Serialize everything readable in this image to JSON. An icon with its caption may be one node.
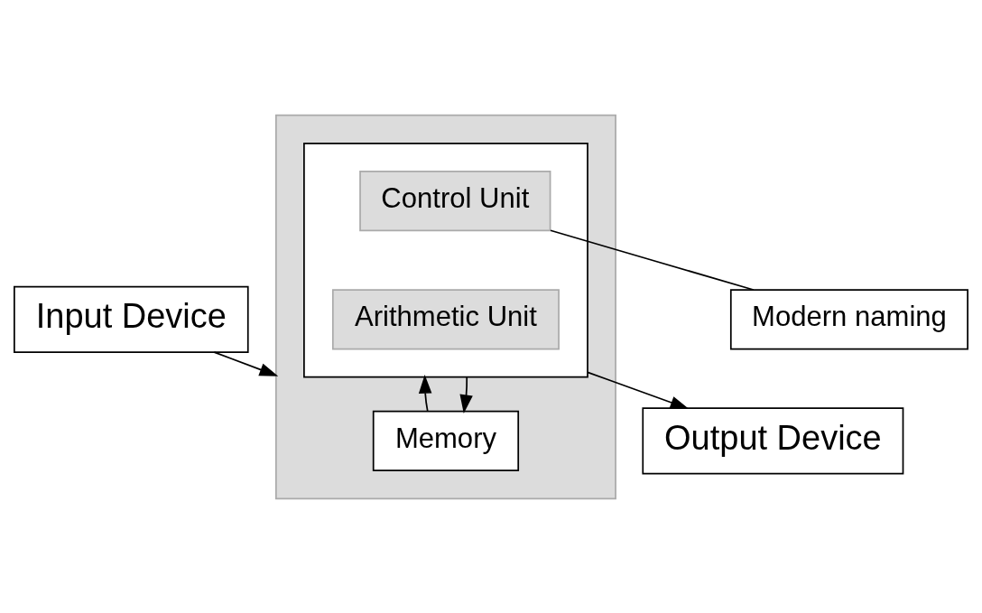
{
  "diagram": {
    "nodes": [
      {
        "text": [
          "Input Device"
        ]
      },
      {
        "text": [],
        "shape": "box"
      },
      {
        "text": [],
        "shape": "box",
        "in": 1
      },
      {
        "text": [
          "Control Unit"
        ],
        "in": 2
      },
      {
        "text": [
          "Arithmetic Unit"
        ],
        "in": 2
      },
      {
        "text": [
          "Memory"
        ],
        "in": 1
      },
      {
        "text": [
          "Output Device"
        ]
      },
      {
        "text": [
          "Modern naming"
        ]
      }
    ],
    "edges": [
      {
        "from": 0,
        "to": 1,
        "arrow": "to"
      },
      {
        "from": 2,
        "to": 6,
        "arrow": "to"
      },
      {
        "from": 5,
        "to": 2,
        "arrow": "to"
      },
      {
        "from": 2,
        "to": 5,
        "arrow": "to"
      },
      {
        "from": 7,
        "to": 3,
        "arrow": "none"
      }
    ]
  }
}
